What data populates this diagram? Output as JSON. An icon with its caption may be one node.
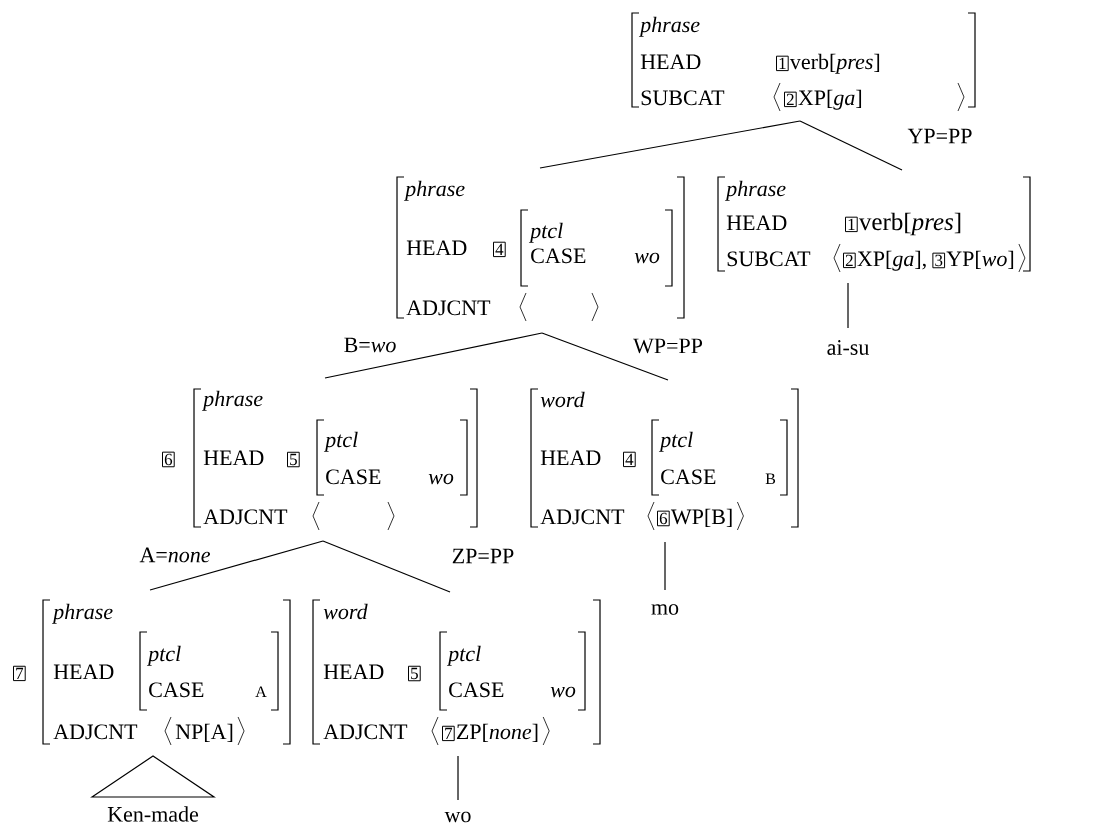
{
  "diagram": {
    "nodes": [
      {
        "text": [
          "phrase",
          "HEAD",
          "verb[*pres*]",
          "SUBCAT",
          "XP[*ga*]"
        ]
      },
      {
        "text": [
          "1"
        ],
        "in": 0
      },
      {
        "text": [
          "2"
        ],
        "in": 0
      },
      {
        "text": [
          "phrase",
          "HEAD",
          "ADJCNT"
        ]
      },
      {
        "text": [
          "4"
        ],
        "in": 3
      },
      {
        "text": [
          "ptcl",
          "CASE",
          "wo"
        ],
        "in": 3
      },
      {
        "text": [
          "phrase",
          "HEAD",
          "verb[*pres*]",
          "SUBCAT",
          "XP[*ga*],",
          "YP[*wo*]"
        ]
      },
      {
        "text": [
          "1"
        ],
        "in": 6
      },
      {
        "text": [
          "2"
        ],
        "in": 6
      },
      {
        "text": [
          "3"
        ],
        "in": 6
      },
      {
        "text": [
          "ai-su"
        ]
      },
      {
        "text": [
          "6"
        ]
      },
      {
        "text": [
          "phrase",
          "HEAD",
          "ADJCNT"
        ]
      },
      {
        "text": [
          "5"
        ],
        "in": 12
      },
      {
        "text": [
          "ptcl",
          "CASE",
          "wo"
        ],
        "in": 12
      },
      {
        "text": [
          "word",
          "HEAD",
          "ADJCNT",
          "WP[B]"
        ]
      },
      {
        "text": [
          "4"
        ],
        "in": 15
      },
      {
        "text": [
          "ptcl",
          "CASE",
          "B"
        ],
        "in": 15
      },
      {
        "text": [
          "6"
        ],
        "in": 15
      },
      {
        "text": [
          "mo"
        ]
      },
      {
        "text": [
          "7"
        ]
      },
      {
        "text": [
          "phrase",
          "HEAD",
          "ADJCNT",
          "NP[A]"
        ]
      },
      {
        "text": [
          "ptcl",
          "CASE",
          "A"
        ],
        "in": 21
      },
      {
        "text": [
          "word",
          "HEAD",
          "ADJCNT",
          "ZP[*none*]"
        ]
      },
      {
        "text": [
          "5"
        ],
        "in": 23
      },
      {
        "text": [
          "ptcl",
          "CASE",
          "wo"
        ],
        "in": 23
      },
      {
        "text": [
          "7"
        ],
        "in": 23
      },
      {
        "text": [
          "Ken-made"
        ]
      },
      {
        "text": [
          "wo"
        ]
      }
    ],
    "edges": [
      {
        "from": 0,
        "to": 3,
        "arrow": "none"
      },
      {
        "from": 0,
        "to": 6,
        "arrow": "none",
        "label": "YP=PP"
      },
      {
        "from": 3,
        "to": 12,
        "arrow": "none",
        "label": "B=*wo*"
      },
      {
        "from": 3,
        "to": 15,
        "arrow": "none",
        "label": "WP=PP"
      },
      {
        "from": 6,
        "to": 10,
        "arrow": "none"
      },
      {
        "from": 12,
        "to": 21,
        "arrow": "none",
        "label": "A=*none*"
      },
      {
        "from": 12,
        "to": 23,
        "arrow": "none",
        "label": "ZP=PP"
      },
      {
        "from": 15,
        "to": 19,
        "arrow": "none"
      },
      {
        "from": 21,
        "to": 27,
        "arrow": "none"
      },
      {
        "from": 23,
        "to": 28,
        "arrow": "none"
      }
    ]
  }
}
